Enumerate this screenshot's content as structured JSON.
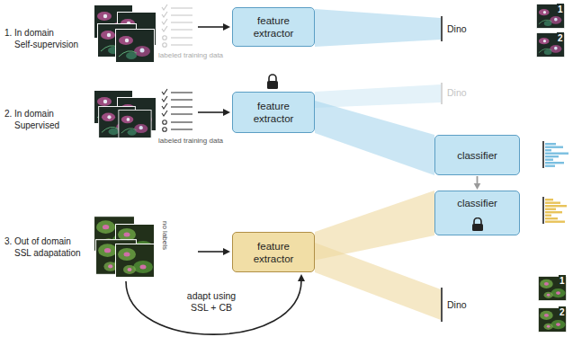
{
  "diagram": {
    "nodes": [
      {
        "text": [
          "feature extractor"
        ]
      },
      {
        "text": [
          "feature extractor"
        ]
      },
      {
        "text": [
          "classifier"
        ]
      },
      {
        "text": [
          "feature extractor"
        ]
      },
      {
        "text": [
          "classifier"
        ]
      }
    ],
    "edges": [
      {
        "from": 1,
        "to": 2,
        "arrow": "none"
      },
      {
        "from": 2,
        "to": 4,
        "arrow": "to"
      },
      {
        "from": 3,
        "to": 4,
        "arrow": "none"
      }
    ],
    "labels": [
      "1.",
      "In domain",
      "Self-supervision",
      "labeled training data",
      "Dino",
      "1",
      "2",
      "2.",
      "In domain",
      "Supervised",
      "labeled training data",
      "Dino",
      "3.",
      "Out of domain",
      "SSL adapatation",
      "no labels",
      "Dino",
      "1",
      "2",
      "adapt using SSL + CB"
    ]
  }
}
